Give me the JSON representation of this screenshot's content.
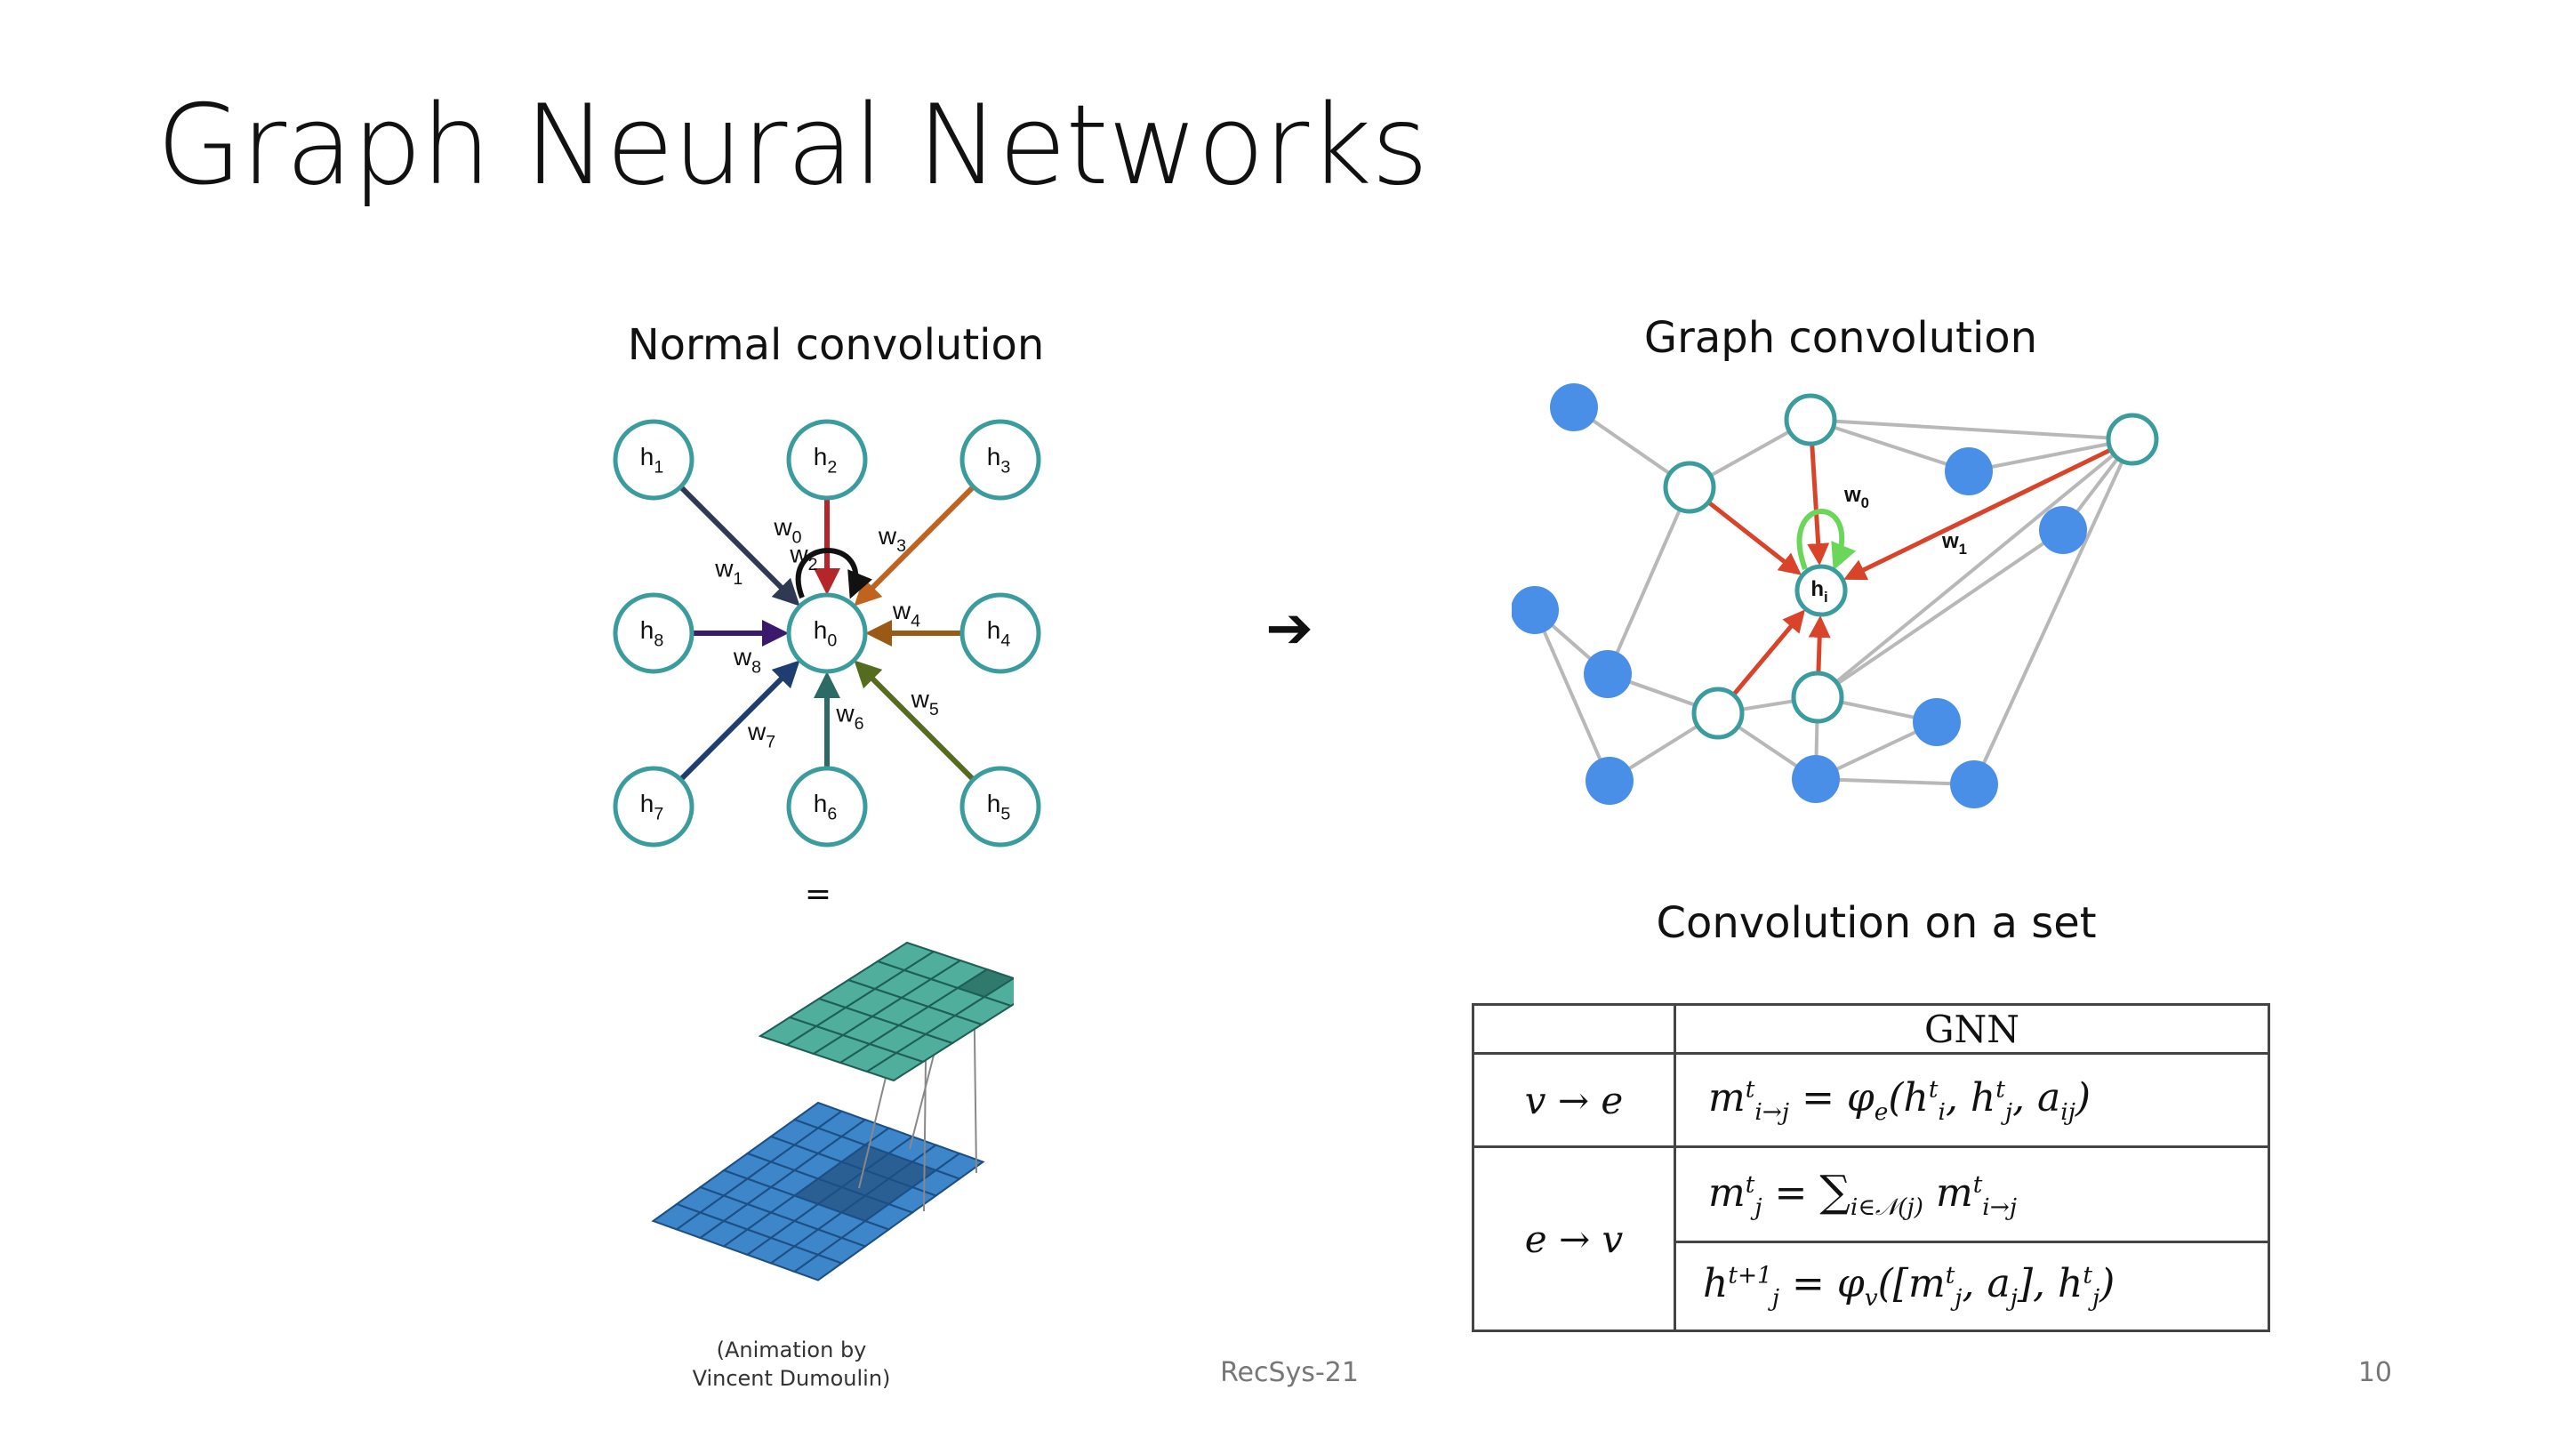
{
  "slide": {
    "title": "Graph Neural Networks",
    "footer": "RecSys-21",
    "page_number": "10"
  },
  "normal_convolution": {
    "heading": "Normal convolution",
    "center_node": "h0",
    "nodes": [
      {
        "label": "h1",
        "weight": "w1",
        "color": "#2f3a52"
      },
      {
        "label": "h2",
        "weight": "w2",
        "color": "#b5262a"
      },
      {
        "label": "h3",
        "weight": "w3",
        "color": "#c0631f"
      },
      {
        "label": "h4",
        "weight": "w4",
        "color": "#9a5a16"
      },
      {
        "label": "h5",
        "weight": "w5",
        "color": "#556b1e"
      },
      {
        "label": "h6",
        "weight": "w6",
        "color": "#2c6a66"
      },
      {
        "label": "h7",
        "weight": "w7",
        "color": "#1d3e6e"
      },
      {
        "label": "h8",
        "weight": "w8",
        "color": "#3b1a6e"
      }
    ],
    "self_weight": "w0",
    "equals": "=",
    "credit_line1": "(Animation  by",
    "credit_line2": "Vincent Dumoulin)"
  },
  "arrow": "➔",
  "graph_convolution": {
    "heading": "Graph convolution",
    "center_node": "hi",
    "self_weight": "w0",
    "neighbor_weight": "w1",
    "colors": {
      "node_fill": "#4a8fe7",
      "hollow_stroke": "#3a9c9c",
      "message_edge": "#d9432a",
      "self_loop": "#6ad65a",
      "edge": "#b8b8b8"
    }
  },
  "set_convolution": {
    "heading": "Convolution on a set",
    "table": {
      "column_header": "GNN",
      "row1_label": "v → e",
      "row2_label": "e → v",
      "formula1": "m i→j = φe(h i, h j, aij)",
      "formula2": "m j = Σ i∈N(j) m i→j",
      "formula3": "h j = φv([m j, aj], h j)"
    }
  }
}
